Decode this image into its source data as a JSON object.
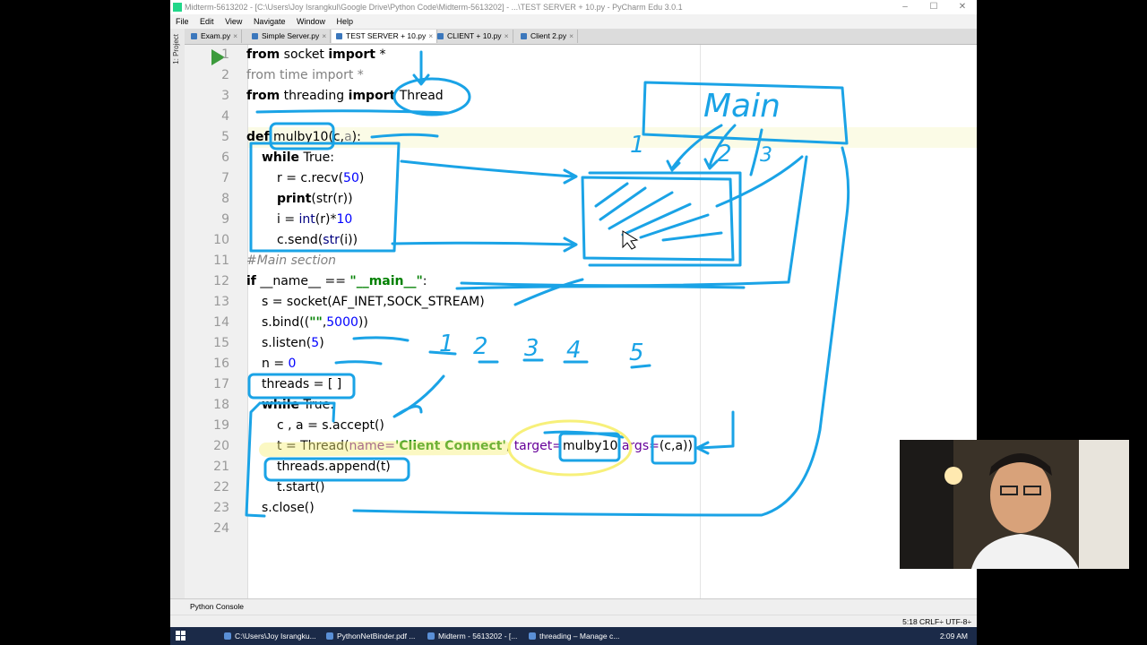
{
  "window": {
    "title": "Midterm-5613202 - [C:\\Users\\Joy Israngkul\\Google Drive\\Python Code\\Midterm-5613202] - ...\\TEST SERVER + 10.py - PyCharm Edu 3.0.1",
    "minimize": "–",
    "maximize": "☐",
    "close": "✕"
  },
  "menu": [
    "File",
    "Edit",
    "View",
    "Navigate",
    "Window",
    "Help"
  ],
  "sidebar": {
    "project_label": "1: Project"
  },
  "tabs": [
    {
      "label": "Exam.py"
    },
    {
      "label": "Simple Server.py"
    },
    {
      "label": "TEST SERVER + 10.py"
    },
    {
      "label": "CLIENT + 10.py"
    },
    {
      "label": "Client 2.py"
    }
  ],
  "tab_close": "×",
  "editor": {
    "line_numbers": [
      "1",
      "2",
      "3",
      "4",
      "5",
      "6",
      "7",
      "8",
      "9",
      "10",
      "11",
      "12",
      "13",
      "14",
      "15",
      "16",
      "17",
      "18",
      "19",
      "20",
      "21",
      "22",
      "23",
      "24"
    ],
    "l1": {
      "a": "from",
      "b": " socket ",
      "c": "import",
      "d": " *"
    },
    "l2": {
      "a": "from time import *"
    },
    "l3": {
      "a": "from",
      "b": " threading ",
      "c": "import",
      "d": " Thread"
    },
    "l5": {
      "a": "def",
      "b": " mulby10",
      "c": "(c,",
      "d": "a",
      "e": "):"
    },
    "l6": {
      "a": "while",
      "b": " True",
      "c": ":"
    },
    "l7": {
      "a": "r = c.recv(",
      "b": "50",
      "c": ")"
    },
    "l8": {
      "a": "print",
      "b": "(str(r))"
    },
    "l9": {
      "a": "i = ",
      "b": "int",
      "c": "(r)*",
      "d": "10"
    },
    "l10": {
      "a": "c.send(",
      "b": "str",
      "c": "(i))"
    },
    "l11": {
      "a": "#Main section"
    },
    "l12": {
      "a": "if",
      "b": " __name__ == ",
      "c": "\"__main__\"",
      "d": ":"
    },
    "l13": {
      "a": "s = socket(AF_INET,SOCK_STREAM)"
    },
    "l14": {
      "a": "s.bind((",
      "b": "\"\"",
      "c": ",",
      "d": "5000",
      "e": "))"
    },
    "l15": {
      "a": "s.listen(",
      "b": "5",
      "c": ")"
    },
    "l16": {
      "a": "n = ",
      "b": "0"
    },
    "l17": {
      "a": "threads = [ ]"
    },
    "l18": {
      "a": "while",
      "b": " True",
      "c": ":"
    },
    "l19": {
      "a": "c , a = s.accept()"
    },
    "l20": {
      "a": "t = Thread(",
      "b": "name=",
      "c": "'Client Connect'",
      "d": ", ",
      "e": "target=",
      "f": "mulby10",
      "g": ",",
      "h": "args=",
      "i": "(c,a))"
    },
    "l21": {
      "a": "threads.append(t)"
    },
    "l22": {
      "a": "t.start()"
    },
    "l23": {
      "a": "s.close()"
    }
  },
  "console": {
    "label": "Python Console"
  },
  "status": {
    "text": "5:18   CRLF÷   UTF-8÷"
  },
  "taskbar": {
    "items": [
      {
        "label": "C:\\Users\\Joy Israngku..."
      },
      {
        "label": "PythonNetBinder.pdf ..."
      },
      {
        "label": "Midterm - 5613202 - [..."
      },
      {
        "label": "threading – Manage c..."
      }
    ],
    "clock": "2:09 AM"
  },
  "ink_labels": {
    "main": "Main",
    "one": "1",
    "two": "2",
    "three": "3",
    "n1": "1",
    "n2": "2",
    "n3": "3",
    "n4": "4",
    "n5": "5"
  },
  "colors": {
    "ink": "#1aa3e6",
    "highlighter": "#f7f07a",
    "run": "#3c9b3c"
  }
}
